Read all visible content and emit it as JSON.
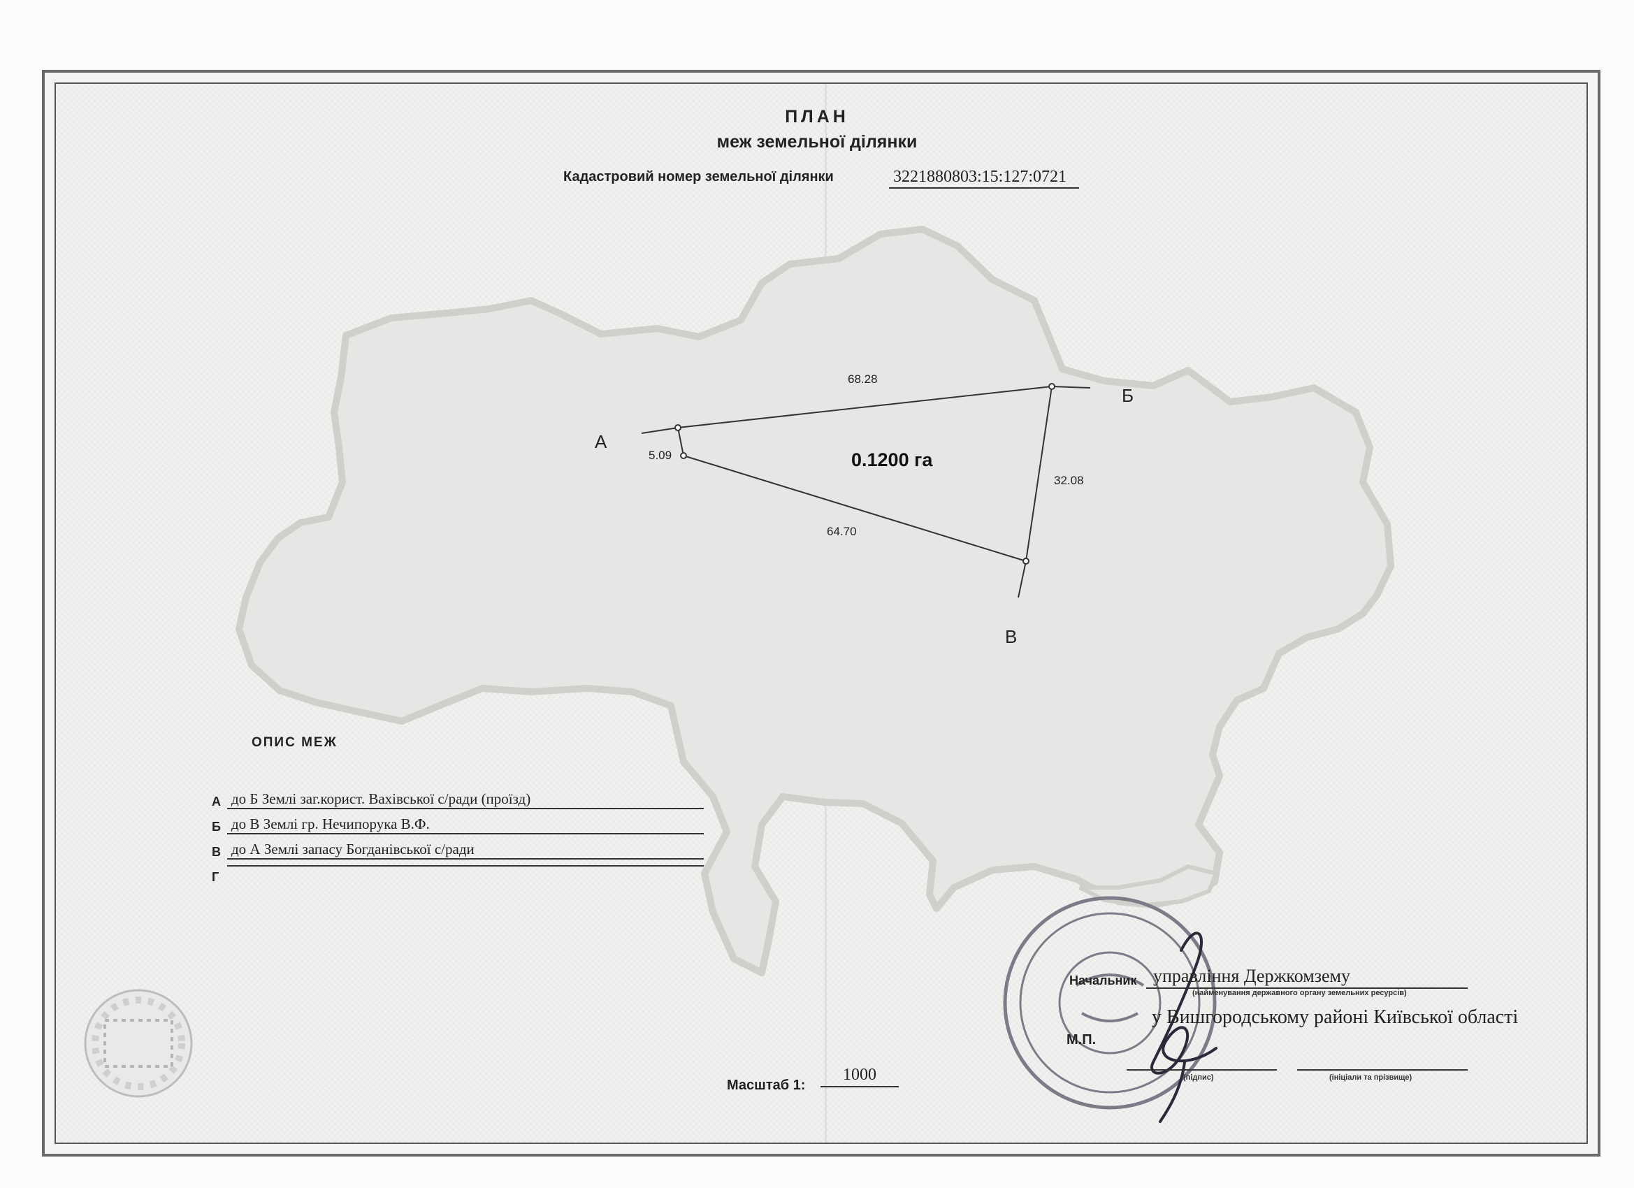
{
  "header": {
    "title": "ПЛАН",
    "subtitle": "меж земельної ділянки",
    "cadastral_label": "Кадастровий номер земельної ділянки",
    "cadastral_number": "3221880803:15:127:0721"
  },
  "plan": {
    "area_label": "0.1200 га",
    "points": {
      "a": "А",
      "b": "Б",
      "v": "В"
    },
    "dimensions": {
      "ab": "68.28",
      "bv": "32.08",
      "va": "64.70",
      "a_side": "5.09"
    }
  },
  "boundaries": {
    "title": "ОПИС МЕЖ",
    "rows": [
      {
        "letter": "А",
        "text": "до Б Землі заг.корист. Вахівської с/ради (проїзд)"
      },
      {
        "letter": "Б",
        "text": "до В Землі гр. Нечипорука В.Ф."
      },
      {
        "letter": "В",
        "text": "до А Землі запасу Богданівської с/ради"
      },
      {
        "letter": "Г",
        "text": ""
      }
    ]
  },
  "signature_block": {
    "head_label": "Начальник",
    "organization_line1": "управління Держкомзему",
    "org_caption": "(найменування державного органу земельних ресурсів)",
    "organization_line2": "у Вишгородському районі Київської області",
    "stamp_label": "М.П.",
    "signature_caption": "(підпис)",
    "initials_caption": "(ініціали та прізвище)"
  },
  "scale": {
    "label": "Масштаб  1:",
    "value": "1000"
  }
}
